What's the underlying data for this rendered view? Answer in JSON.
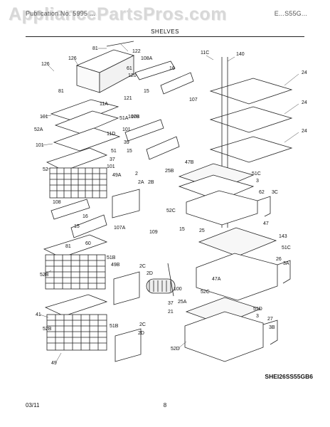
{
  "watermark": "AppliancePartsPros.com",
  "header": {
    "left": "Publication No. 5995 ...",
    "right": "E...S55G..."
  },
  "section_title": "SHELVES",
  "drawing_number": "SHEI26SS55GB6",
  "footer": {
    "date": "03/11",
    "page": "8"
  },
  "callouts": [
    "126",
    "126",
    "81",
    "122",
    "11C",
    "140",
    "108A",
    "16",
    "61",
    "120",
    "15",
    "121",
    "81",
    "11A",
    "107",
    "24",
    "101",
    "108",
    "51A",
    "52A",
    "101",
    "11D",
    "39",
    "15",
    "24",
    "101",
    "107B",
    "51",
    "37",
    "47B",
    "24",
    "52",
    "101",
    "49A",
    "2",
    "2A",
    "2B",
    "25B",
    "51C",
    "3",
    "62",
    "3C",
    "52C",
    "108",
    "16",
    "107A",
    "15",
    "109",
    "15",
    "25",
    "47",
    "143",
    "51C",
    "26",
    "3A",
    "60",
    "81",
    "51B",
    "49B",
    "2C",
    "2D",
    "52B",
    "100",
    "52C",
    "47A",
    "37",
    "21",
    "25A",
    "51D",
    "3",
    "27",
    "3B",
    "41",
    "52B",
    "2C",
    "51B",
    "2D",
    "52D",
    "49"
  ]
}
